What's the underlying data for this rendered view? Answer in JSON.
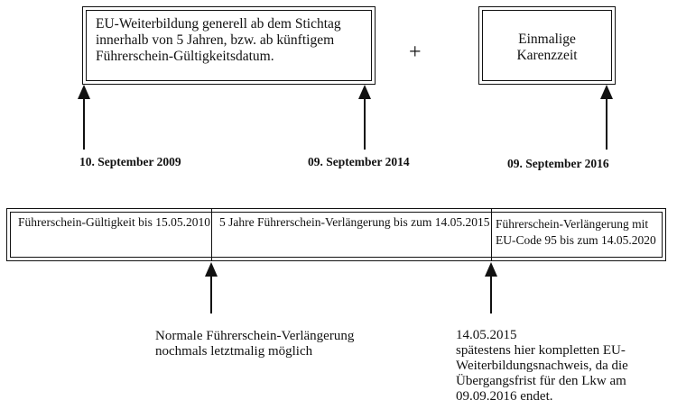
{
  "top_boxes": {
    "left_box": {
      "lines": [
        "EU-Weiterbildung generell ab dem Stichtag",
        "innerhalb von 5 Jahren, bzw. ab künftigem",
        "Führerschein-Gültigkeitsdatum."
      ]
    },
    "plus_sign": "+",
    "right_box": {
      "lines": [
        "Einmalige",
        "Karenzzeit"
      ]
    }
  },
  "dates": {
    "start": "10. September 2009",
    "end": "09. September 2014",
    "karenz_end": "09. September 2016"
  },
  "timeline_bar": {
    "segments": [
      {
        "lines": [
          "Führerschein-Gültigkeit bis 15.05.2010"
        ]
      },
      {
        "lines": [
          "5 Jahre Führerschein-Verlängerung bis zum 14.05.2015"
        ]
      },
      {
        "lines": [
          "Führerschein-Verlängerung mit",
          "EU-Code 95 bis zum 14.05.2020"
        ]
      }
    ]
  },
  "notes": {
    "renewal": {
      "lines": [
        "Normale Führerschein-Verlängerung",
        "nochmals letztmalig möglich"
      ]
    },
    "deadline": {
      "lines": [
        "14.05.2015",
        "spätestens hier kompletten EU-",
        "Weiterbildungsnachweis, da die",
        "Übergangsfrist für den Lkw am",
        "09.09.2016 endet."
      ]
    }
  },
  "colors": {
    "ink": "#111111",
    "background": "#ffffff"
  }
}
